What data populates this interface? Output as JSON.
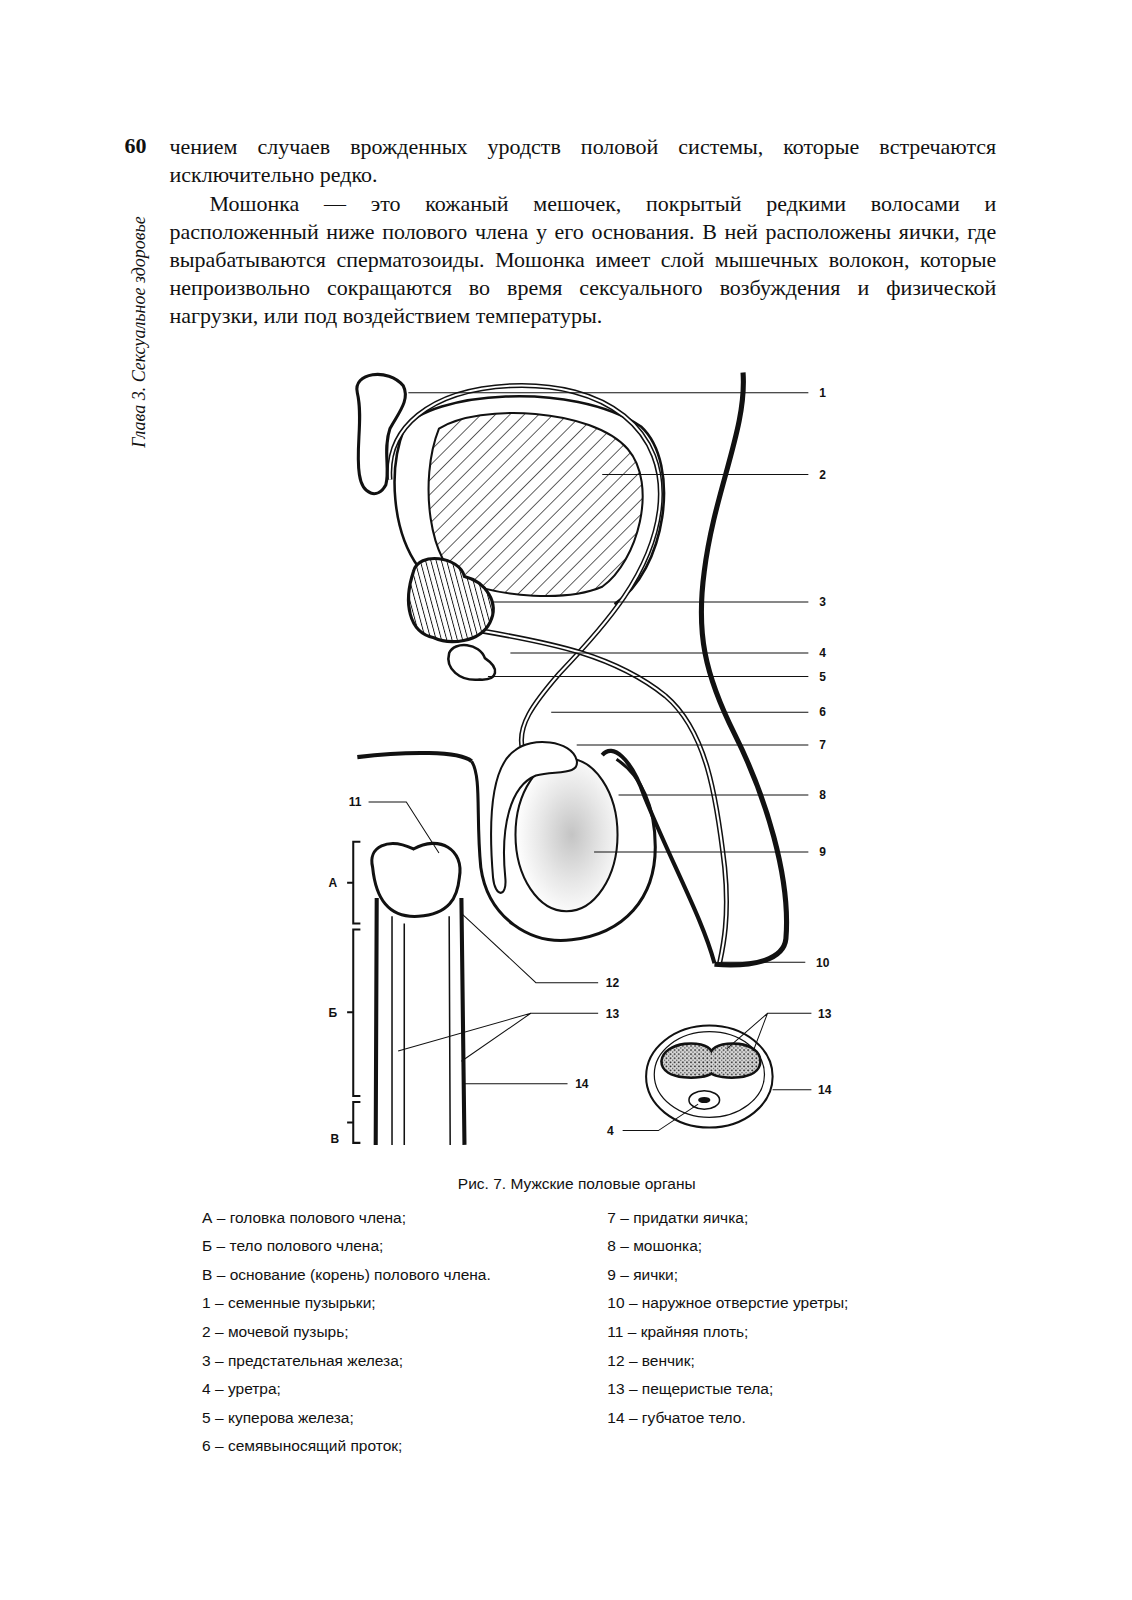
{
  "diagram": {
    "caption": "Рис. 7. Мужские половые органы",
    "labels": [
      "60",
      "Глава 3. Сексуальное здоровье",
      "чением случаев врожденных уродств половой системы, которые встречаются исключительно редко.",
      "Мошонка — это кожаный мешочек, покрытый редкими волосами и расположенный ниже полового члена у его основания. В ней расположены яички, где вырабатываются сперматозоиды. Мошонка имеет слой мышечных волокон, которые непроизвольно сокращаются во время сексуального возбуждения и физической нагрузки, или под воздействием температуры.",
      "1",
      "2",
      "3",
      "4",
      "5",
      "6",
      "7",
      "8",
      "9",
      "10",
      "11",
      "А",
      "12",
      "13",
      "Б",
      "13",
      "14",
      "14",
      "4",
      "В",
      "А – головка полового члена;",
      "Б – тело полового члена;",
      "В – основание (корень) полового члена.",
      "1 – семенные пузырьки;",
      "2 – мочевой пузырь;",
      "3 – предстательная железа;",
      "4 – уретра;",
      "5 – куперова железа;",
      "6 – семявыносящий проток;",
      "7 – придатки яичка;",
      "8 – мошонка;",
      "9 – яички;",
      "10 – наружное отверстие уретры;",
      "11 – крайняя плоть;",
      "12 – венчик;",
      "13 – пещеристые тела;",
      "14 – губчатое тело."
    ]
  }
}
